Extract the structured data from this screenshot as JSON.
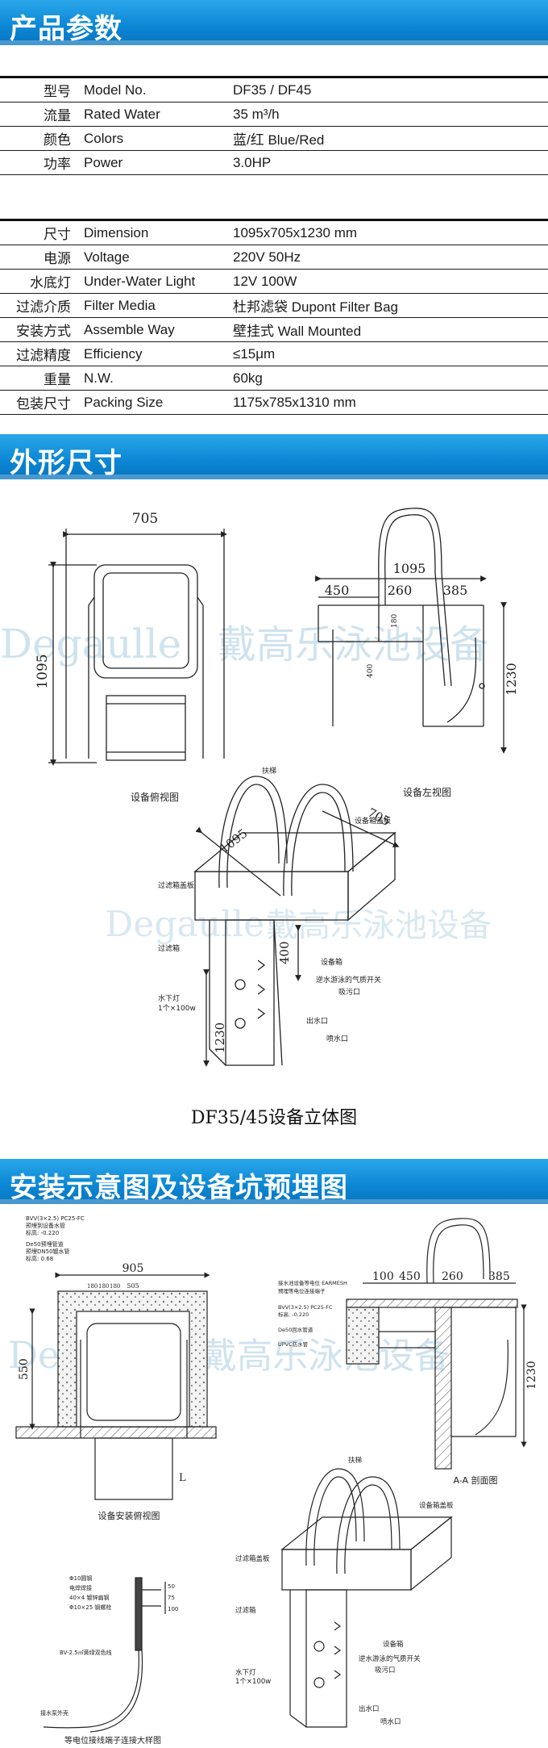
{
  "sections": {
    "params_title": "产品参数",
    "dims_title": "外形尺寸",
    "install_title": "安装示意图及设备坑预埋图"
  },
  "params_group1": [
    {
      "zh": "型号",
      "en": "Model No.",
      "value": "DF35 / DF45"
    },
    {
      "zh": "流量",
      "en": "Rated Water",
      "value": "35 m³/h"
    },
    {
      "zh": "颜色",
      "en": "Colors",
      "value": "蓝/红 Blue/Red"
    },
    {
      "zh": "功率",
      "en": "Power",
      "value": "3.0HP"
    }
  ],
  "params_group2": [
    {
      "zh": "尺寸",
      "en": "Dimension",
      "value": "1095x705x1230 mm"
    },
    {
      "zh": "电源",
      "en": "Voltage",
      "value": "220V 50Hz"
    },
    {
      "zh": "水底灯",
      "en": "Under-Water Light",
      "value": "12V 100W"
    },
    {
      "zh": "过滤介质",
      "en": "Filter Media",
      "value": "杜邦滤袋 Dupont Filter Bag"
    },
    {
      "zh": "安装方式",
      "en": "Assemble Way",
      "value": "壁挂式 Wall Mounted"
    },
    {
      "zh": "过滤精度",
      "en": "Efficiency",
      "value": "≤15μm"
    },
    {
      "zh": "重量",
      "en": "N.W.",
      "value": "60kg"
    },
    {
      "zh": "包装尺寸",
      "en": "Packing Size",
      "value": "1175x785x1310 mm"
    }
  ],
  "watermark": {
    "latin": "Degaulle",
    "zh": "戴高乐泳池设备"
  },
  "dims": {
    "top_view": {
      "width": "705",
      "depth": "1095",
      "caption": "设备俯视图"
    },
    "side_view": {
      "d1095": "1095",
      "d450": "450",
      "d260": "260",
      "d385": "385",
      "d180": "180",
      "d400": "400",
      "d1230": "1230",
      "caption": "设备左视图"
    },
    "iso": {
      "ladder": "扶梯",
      "cover": "设备箱盖板",
      "filter_cover": "过滤箱盖板",
      "filter_box": "过滤箱",
      "light": "水下灯",
      "light_spec": "1个×100w",
      "d1095": "1095",
      "d705": "705",
      "d400": "400",
      "d1230": "1230",
      "equip_box": "设备箱",
      "switch": "逆水游泳的气质开关",
      "suction": "吸污口",
      "outlet": "出水口",
      "jet": "喷水口"
    },
    "caption": "DF35/45设备立体图"
  },
  "install": {
    "top": {
      "note1": "BVV(3×2.5) PC25-FC",
      "note2": "预埋到设备水管",
      "note3": "标高: -0.220",
      "note4": "De50预埋管道",
      "note5": "预埋DN50镀水管",
      "note6": "标高: 0.68",
      "d905": "905",
      "d505": "505",
      "d550": "550",
      "d180": "180",
      "d180b": "180",
      "d180c": "180",
      "caption": "设备安装俯视图",
      "section_mark": "L"
    },
    "section": {
      "note1": "接水池设备等电位 EARMESH",
      "note2": "预埋等电位连接端子",
      "note3": "BVV(3×2.5) PC25-FC",
      "note4": "标高: -0.220",
      "note5": "De50回水管道",
      "note6": "UPVC防水管",
      "d100": "100",
      "d450": "450",
      "d260": "260",
      "d385": "385",
      "d1230": "1230",
      "caption": "A-A 剖面图"
    },
    "iso": {
      "ladder": "扶梯",
      "cover": "设备箱盖板",
      "filter_cover": "过滤箱盖板",
      "filter_box": "过滤箱",
      "light": "水下灯",
      "light_spec": "1个×100w",
      "equip_box": "设备箱",
      "switch": "逆水游泳的气质开关",
      "suction": "吸污口",
      "outlet": "出水口",
      "jet": "喷水口"
    },
    "detail": {
      "l1": "Φ10圆钢",
      "l2": "电焊焊接",
      "l3": "40×4 镀锌扁钢",
      "l4": "Φ10×25 钢螺栓",
      "l5": "BV-2.5㎡黄绿双色线",
      "l6": "接水泵外壳",
      "d50": "50",
      "d75": "75",
      "d100": "100",
      "caption": "等电位接线端子连接大样图"
    }
  }
}
